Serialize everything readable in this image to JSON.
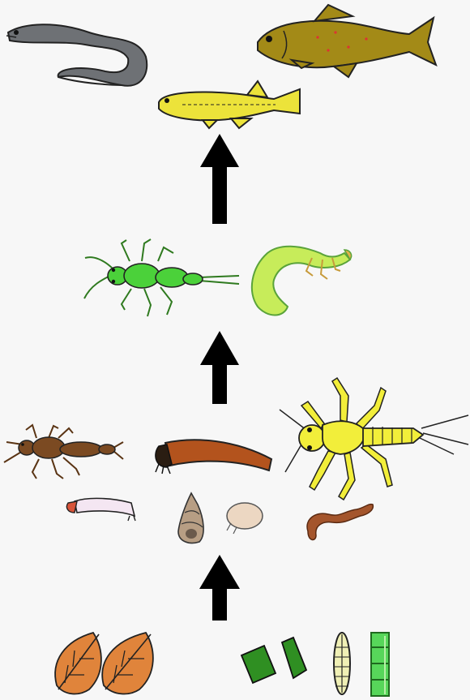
{
  "background": "#f7f7f7",
  "levels": [
    {
      "name": "top-predators",
      "organisms": [
        {
          "id": "eel",
          "icon": "eel-icon",
          "color": "#6e7175"
        },
        {
          "id": "trout",
          "icon": "trout-icon",
          "color": "#a38a17"
        },
        {
          "id": "minnow",
          "icon": "yellow-fish-icon",
          "color": "#ece33a"
        }
      ]
    },
    {
      "name": "invertebrate-predators",
      "organisms": [
        {
          "id": "stonefly-green",
          "icon": "green-stonefly-nymph-icon",
          "color": "#4bd13a"
        },
        {
          "id": "caddis-larva-green",
          "icon": "green-caddis-larva-icon",
          "color": "#c7ec5a"
        }
      ]
    },
    {
      "name": "invertebrate-consumers",
      "organisms": [
        {
          "id": "stonefly-brown",
          "icon": "brown-stonefly-nymph-icon",
          "color": "#7b4a22"
        },
        {
          "id": "cased-caddis",
          "icon": "cased-caddis-icon",
          "color": "#b3531d"
        },
        {
          "id": "mayfly-yellow",
          "icon": "yellow-mayfly-nymph-icon",
          "color": "#f2ee3a"
        },
        {
          "id": "midge-larva",
          "icon": "midge-larva-icon",
          "color": "#f4e6f2"
        },
        {
          "id": "snail",
          "icon": "snail-shell-icon",
          "color": "#b79e84"
        },
        {
          "id": "seed-shrimp",
          "icon": "ostracod-icon",
          "color": "#ecd7c2"
        },
        {
          "id": "worm",
          "icon": "worm-icon",
          "color": "#a4552c"
        }
      ]
    },
    {
      "name": "basal-resources",
      "organisms": [
        {
          "id": "leaves",
          "icon": "leaf-litter-icon",
          "color": "#e0843b"
        },
        {
          "id": "algae",
          "icon": "algae-icon",
          "color": "#2f8f22"
        },
        {
          "id": "diatom",
          "icon": "diatom-icon",
          "color": "#f0f0b5"
        },
        {
          "id": "filament",
          "icon": "filamentous-algae-icon",
          "color": "#57d65a"
        }
      ]
    }
  ],
  "arrows": [
    {
      "from": "basal-resources",
      "to": "invertebrate-consumers"
    },
    {
      "from": "invertebrate-consumers",
      "to": "invertebrate-predators"
    },
    {
      "from": "invertebrate-predators",
      "to": "top-predators"
    }
  ]
}
